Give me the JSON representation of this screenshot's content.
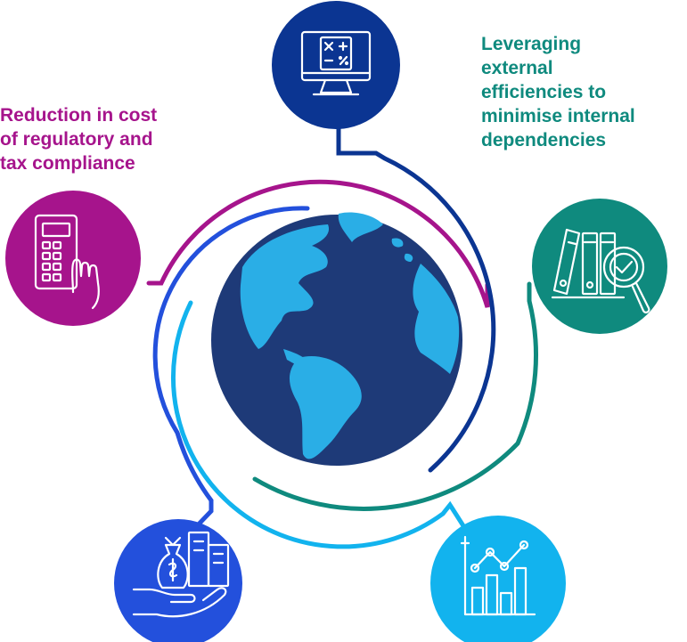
{
  "labels": {
    "left": {
      "lines": [
        "Reduction in cost",
        "of regulatory and",
        "tax compliance"
      ],
      "color": "#a6148c"
    },
    "right": {
      "lines": [
        "Leveraging",
        "external",
        "efficiencies to",
        "minimise internal",
        "dependencies"
      ],
      "color": "#0f8a7e"
    }
  },
  "colors": {
    "globe_ocean": "#1e3a78",
    "globe_land": "#2aaee6",
    "node_top": "#0b3592",
    "node_left": "#a6148c",
    "node_right": "#0f8a7e",
    "node_bottom_left": "#2350dc",
    "node_bottom_right": "#12b3ee",
    "ring_purple": "#a6148c",
    "ring_navy": "#0b3592",
    "ring_blue": "#2350dc",
    "ring_cyan": "#12b3ee",
    "ring_teal": "#0f8a7e"
  },
  "nodes": [
    {
      "id": "top",
      "icon": "computer-calculator-icon"
    },
    {
      "id": "left",
      "icon": "calculator-hand-icon"
    },
    {
      "id": "right",
      "icon": "binders-magnifier-icon"
    },
    {
      "id": "bottom-left",
      "icon": "money-bag-hand-icon"
    },
    {
      "id": "bottom-right",
      "icon": "bar-line-chart-icon"
    }
  ]
}
